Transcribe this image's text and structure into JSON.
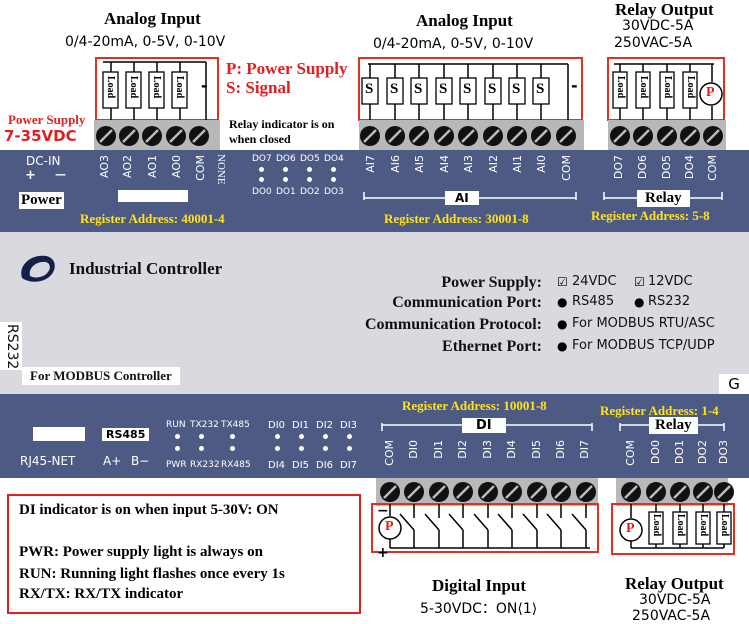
{
  "top": {
    "analog_input_left": {
      "title": "Analog Input",
      "range": "0/4-20mA, 0-5V, 0-10V",
      "loads": [
        "Load",
        "Load",
        "Load",
        "Load"
      ],
      "minus": "-"
    },
    "legend": {
      "p": "P: Power Supply",
      "s": "S: Signal"
    },
    "analog_input_mid": {
      "title": "Analog Input",
      "range": "0/4-20mA, 0-5V, 0-10V",
      "signals": [
        "S",
        "S",
        "S",
        "S",
        "S",
        "S",
        "S",
        "S"
      ],
      "minus": "-"
    },
    "relay_output_top": {
      "title": "Relay Output",
      "spec1": "30VDC-5A",
      "spec2": "250VAC-5A",
      "loads": [
        "Load",
        "Load",
        "Load",
        "Load"
      ],
      "p": "P"
    },
    "power_supply": {
      "label": "Power Supply",
      "range": "7-35VDC"
    },
    "relay_note_1": "Relay indicator is on",
    "relay_note_2": "when closed"
  },
  "upper_panel": {
    "dc_in": "DC-IN",
    "plus": "+",
    "minus": "—",
    "power": "Power",
    "ao_terms": [
      "AO3",
      "AO2",
      "AO1",
      "AO0",
      "COM",
      "NONE"
    ],
    "do_leds_top": [
      "DO7",
      "DO6",
      "DO5",
      "DO4"
    ],
    "do_leds_bot": [
      "DO0",
      "DO1",
      "DO2",
      "DO3"
    ],
    "ai_terms": [
      "AI7",
      "AI6",
      "AI5",
      "AI4",
      "AI3",
      "AI2",
      "AI1",
      "AI0",
      "COM"
    ],
    "ai_label": "AI",
    "relay_terms": [
      "DO7",
      "DO6",
      "DO5",
      "DO4",
      "COM"
    ],
    "relay_label": "Relay",
    "reg_ao": "Register Address: 40001-4",
    "reg_ai": "Register Address: 30001-8",
    "reg_relay": "Register Address: 5-8"
  },
  "middle": {
    "brand": "Industrial Controller",
    "rows": [
      {
        "label": "Power Supply:",
        "opt1": "24VDC",
        "opt2": "12VDC"
      },
      {
        "label": "Communication Port:",
        "opt1": "RS485",
        "opt2": "RS232"
      },
      {
        "label": "Communication Protocol:",
        "opt1": "For MODBUS RTU/ASC"
      },
      {
        "label": "Ethernet Port:",
        "opt1": "For MODBUS TCP/UDP"
      }
    ],
    "rs232": "RS232",
    "modbus": "For MODBUS Controller",
    "g": "G"
  },
  "lower_panel": {
    "rj45": "RJ45-NET",
    "a_plus": "A+",
    "b_minus": "B−",
    "rs485": "RS485",
    "leds_top": [
      "RUN",
      "TX232",
      "TX485"
    ],
    "leds_bot": [
      "PWR",
      "RX232",
      "RX485"
    ],
    "di_leds_top": [
      "DI0",
      "DI1",
      "DI2",
      "DI3"
    ],
    "di_leds_bot": [
      "DI4",
      "DI5",
      "DI6",
      "DI7"
    ],
    "di_terms": [
      "COM",
      "DI0",
      "DI1",
      "DI2",
      "DI3",
      "DI4",
      "DI5",
      "DI6",
      "DI7"
    ],
    "di_label": "DI",
    "relay_terms": [
      "COM",
      "DO0",
      "DO1",
      "DO2",
      "DO3"
    ],
    "relay_label": "Relay",
    "reg_di": "Register Address: 10001-8",
    "reg_relay": "Register Address: 1-4"
  },
  "bottom": {
    "notes": [
      "DI indicator is on when input 5-30V: ON",
      "PWR: Power supply light is always on",
      "RUN: Running light flashes once every 1s",
      "RX/TX: RX/TX indicator"
    ],
    "digital_input": {
      "title": "Digital Input",
      "spec": "5-30VDC：ON⟨1⟩",
      "p": "P",
      "minus": "−",
      "plus": "+"
    },
    "relay_output": {
      "title": "Relay Output",
      "spec1": "30VDC-5A",
      "spec2": "250VAC-5A",
      "p": "P",
      "loads": [
        "Load",
        "Load",
        "Load",
        "Load"
      ]
    }
  }
}
